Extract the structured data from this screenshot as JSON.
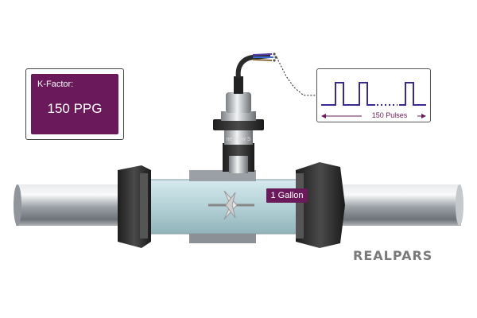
{
  "kfactor": {
    "title": "K-Factor:",
    "value": "150 PPG"
  },
  "volume_tag": "1 Gallon",
  "pulses_label": "150 Pulses",
  "sensor_text": "ne Flow S",
  "brand": {
    "name": "REALPARS"
  },
  "colors": {
    "accent": "#6a1a5a",
    "pipe": "#b8bcc0",
    "flange": "#2b2b2b",
    "pulse_line": "#3a2a90"
  },
  "icons": [
    "flow-meter-icon",
    "cable-icon",
    "pulse-wave-icon"
  ]
}
